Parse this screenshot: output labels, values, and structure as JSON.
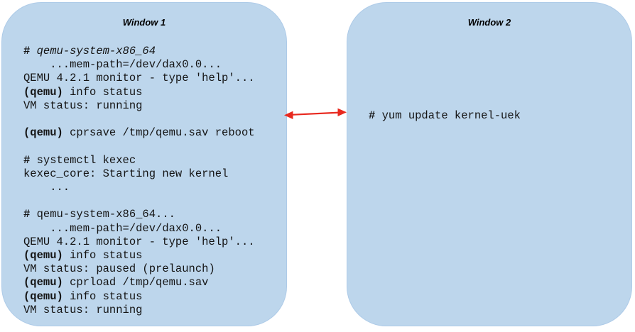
{
  "window1": {
    "title": "Window 1",
    "lines": [
      {
        "bold": "# ",
        "text": "qemu-system-x86_64",
        "italic": true
      },
      {
        "text": "    ...mem-path=/dev/dax0.0..."
      },
      {
        "text": "QEMU 4.2.1 monitor - type 'help'..."
      },
      {
        "bold": "(qemu)",
        "text": " info status"
      },
      {
        "text": "VM status: running"
      },
      {},
      {
        "bold": "(qemu)",
        "text": " cprsave /tmp/qemu.sav reboot"
      },
      {},
      {
        "bold": "# ",
        "text": "systemctl kexec"
      },
      {
        "text": "kexec_core: Starting new kernel"
      },
      {
        "text": "    ..."
      },
      {},
      {
        "bold": "# ",
        "text": "qemu-system-x86_64..."
      },
      {
        "text": "    ...mem-path=/dev/dax0.0..."
      },
      {
        "text": "QEMU 4.2.1 monitor - type 'help'..."
      },
      {
        "bold": "(qemu)",
        "text": " info status"
      },
      {
        "text": "VM status: paused (prelaunch)"
      },
      {
        "bold": "(qemu)",
        "text": " cprload /tmp/qemu.sav"
      },
      {
        "bold": "(qemu)",
        "text": " info status"
      },
      {
        "text": "VM status: running"
      }
    ]
  },
  "window2": {
    "title": "Window 2",
    "lines": [
      {
        "bold": "# ",
        "text": "yum update kernel-uek"
      }
    ]
  },
  "arrow": {
    "meaning": "bidirectional link between Window 1 and Window 2"
  },
  "colors": {
    "background": "#FFFFFF",
    "window_fill": "#BDD6EC",
    "window_border": "#AECBE8",
    "text": "#141414",
    "arrow": "#E8291F"
  }
}
